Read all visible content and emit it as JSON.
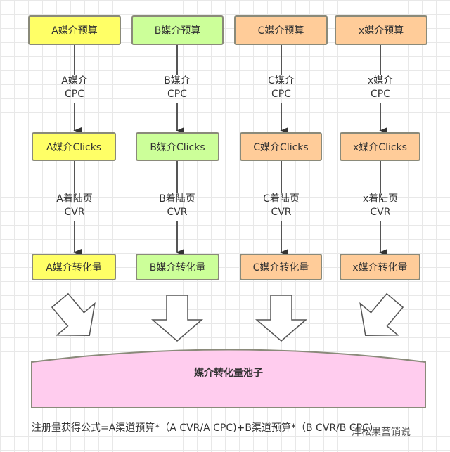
{
  "colors": {
    "A": "#ffff66",
    "B": "#ccff99",
    "C": "#ffcc99",
    "x": "#ffcc99",
    "pool": "#ffccee",
    "border": "#8a8a7a"
  },
  "columns": [
    {
      "id": "A",
      "budget": "A媒介预算",
      "cpc_label_1": "A媒介",
      "cpc_label_2": "CPC",
      "clicks": "A媒介Clicks",
      "cvr_label_1": "A着陆页",
      "cvr_label_2": "CVR",
      "conversions": "A媒介转化量"
    },
    {
      "id": "B",
      "budget": "B媒介预算",
      "cpc_label_1": "B媒介",
      "cpc_label_2": "CPC",
      "clicks": "B媒介Clicks",
      "cvr_label_1": "B着陆页",
      "cvr_label_2": "CVR",
      "conversions": "B媒介转化量"
    },
    {
      "id": "C",
      "budget": "C媒介预算",
      "cpc_label_1": "C媒介",
      "cpc_label_2": "CPC",
      "clicks": "C媒介Clicks",
      "cvr_label_1": "C着陆页",
      "cvr_label_2": "CVR",
      "conversions": "C媒介转化量"
    },
    {
      "id": "x",
      "budget": "x媒介预算",
      "cpc_label_1": "x媒介",
      "cpc_label_2": "CPC",
      "clicks": "x媒介Clicks",
      "cvr_label_1": "x着陆页",
      "cvr_label_2": "CVR",
      "conversions": "x媒介转化量"
    }
  ],
  "pool": "媒介转化量池子",
  "formula": "注册量获得公式=A渠道预算*（A CVR/A CPC)+B渠道预算*（B CVR/B CPC)",
  "watermark": "洋松果营销说"
}
